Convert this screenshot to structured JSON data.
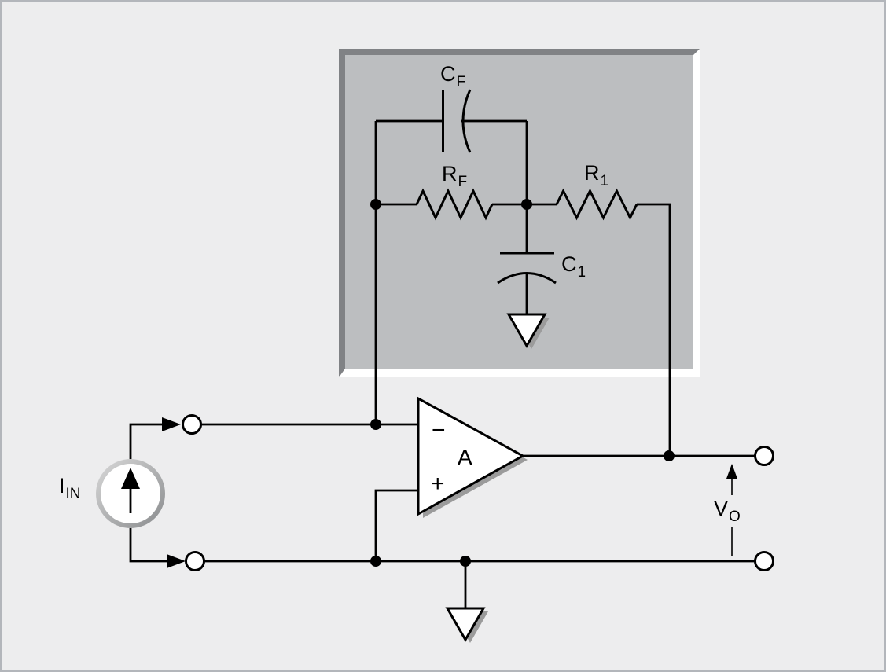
{
  "labels": {
    "cf": {
      "base": "C",
      "sub": "F"
    },
    "rf": {
      "base": "R",
      "sub": "F"
    },
    "r1": {
      "base": "R",
      "sub": "1"
    },
    "c1": {
      "base": "C",
      "sub": "1"
    },
    "iin": {
      "base": "I",
      "sub": "IN"
    },
    "vo": {
      "base": "V",
      "sub": "O"
    },
    "opamp": {
      "gain": "A",
      "inverting": "−",
      "noninverting": "+"
    }
  },
  "colors": {
    "background": "#ededee",
    "frame_border": "#b3b6bb",
    "box_fill": "#bcbec0",
    "box_bevel_dark": "#808285",
    "box_bevel_light": "#ffffff",
    "line": "#000000",
    "shadow": "#9b9b9b",
    "component_fill": "#ffffff",
    "source_ring_light": "#d9d9d9",
    "source_ring_dark": "#898b8d"
  },
  "icons": {
    "ground_symbol": "triangle-down",
    "current_source_symbol": "circle-with-up-arrow",
    "terminal_symbol": "open-circle",
    "junction_symbol": "filled-dot",
    "current_direction": "arrowhead-right",
    "output_voltage_direction": "arrowhead-up"
  }
}
